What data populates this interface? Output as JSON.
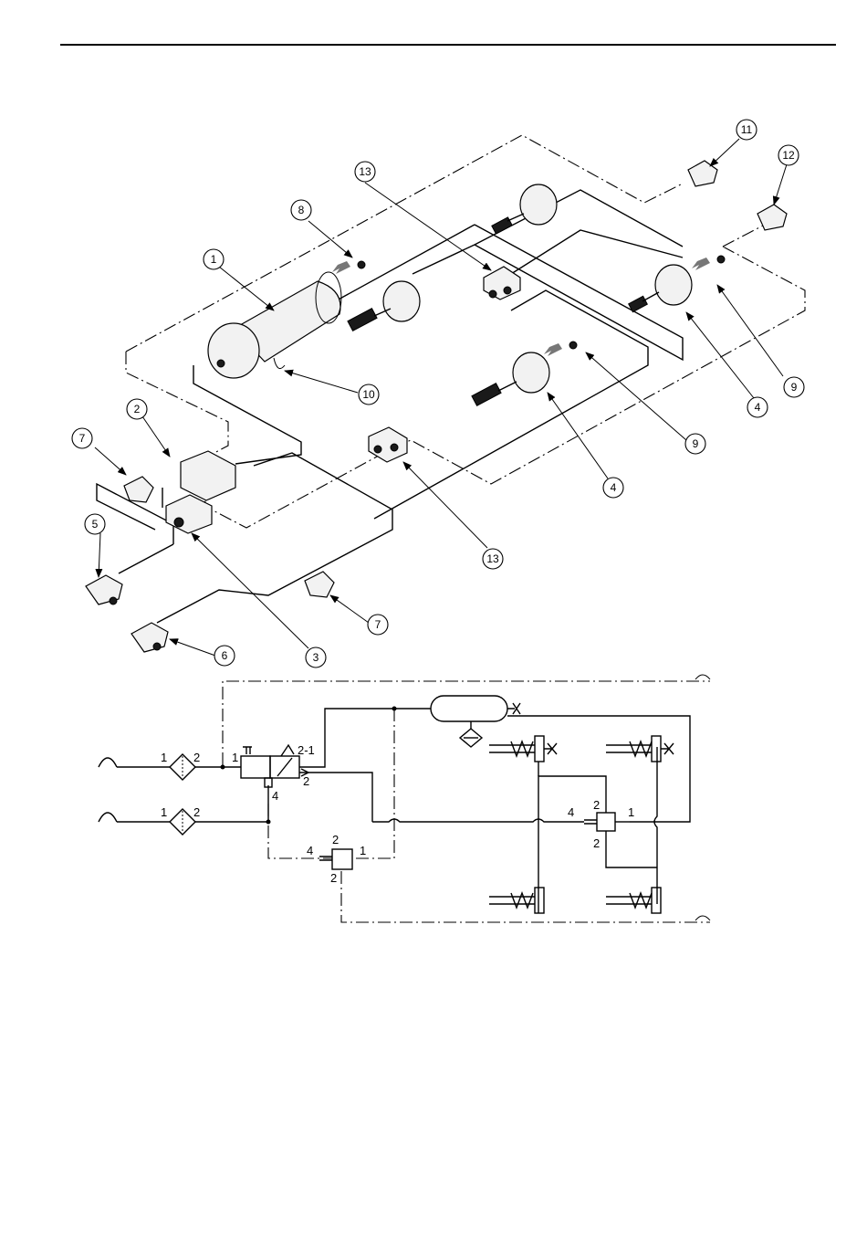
{
  "callouts": {
    "c1": "1",
    "c2": "2",
    "c3": "3",
    "c4a": "4",
    "c4b": "4",
    "c5": "5",
    "c6": "6",
    "c7a": "7",
    "c7b": "7",
    "c8": "8",
    "c9a": "9",
    "c9b": "9",
    "c10": "10",
    "c11": "11",
    "c12": "12",
    "c13a": "13",
    "c13b": "13"
  },
  "schematic": {
    "f1_in": "1",
    "f1_out": "2",
    "f2_in": "1",
    "f2_out": "2",
    "valve_in": "1",
    "valve_21": "2-1",
    "valve_2": "2",
    "valve_4": "4",
    "relay1_4": "4",
    "relay1_2top": "2",
    "relay1_1": "1",
    "relay1_2bot": "2",
    "relay2_4": "4",
    "relay2_2top": "2",
    "relay2_1": "1",
    "relay2_2bot": "2"
  }
}
